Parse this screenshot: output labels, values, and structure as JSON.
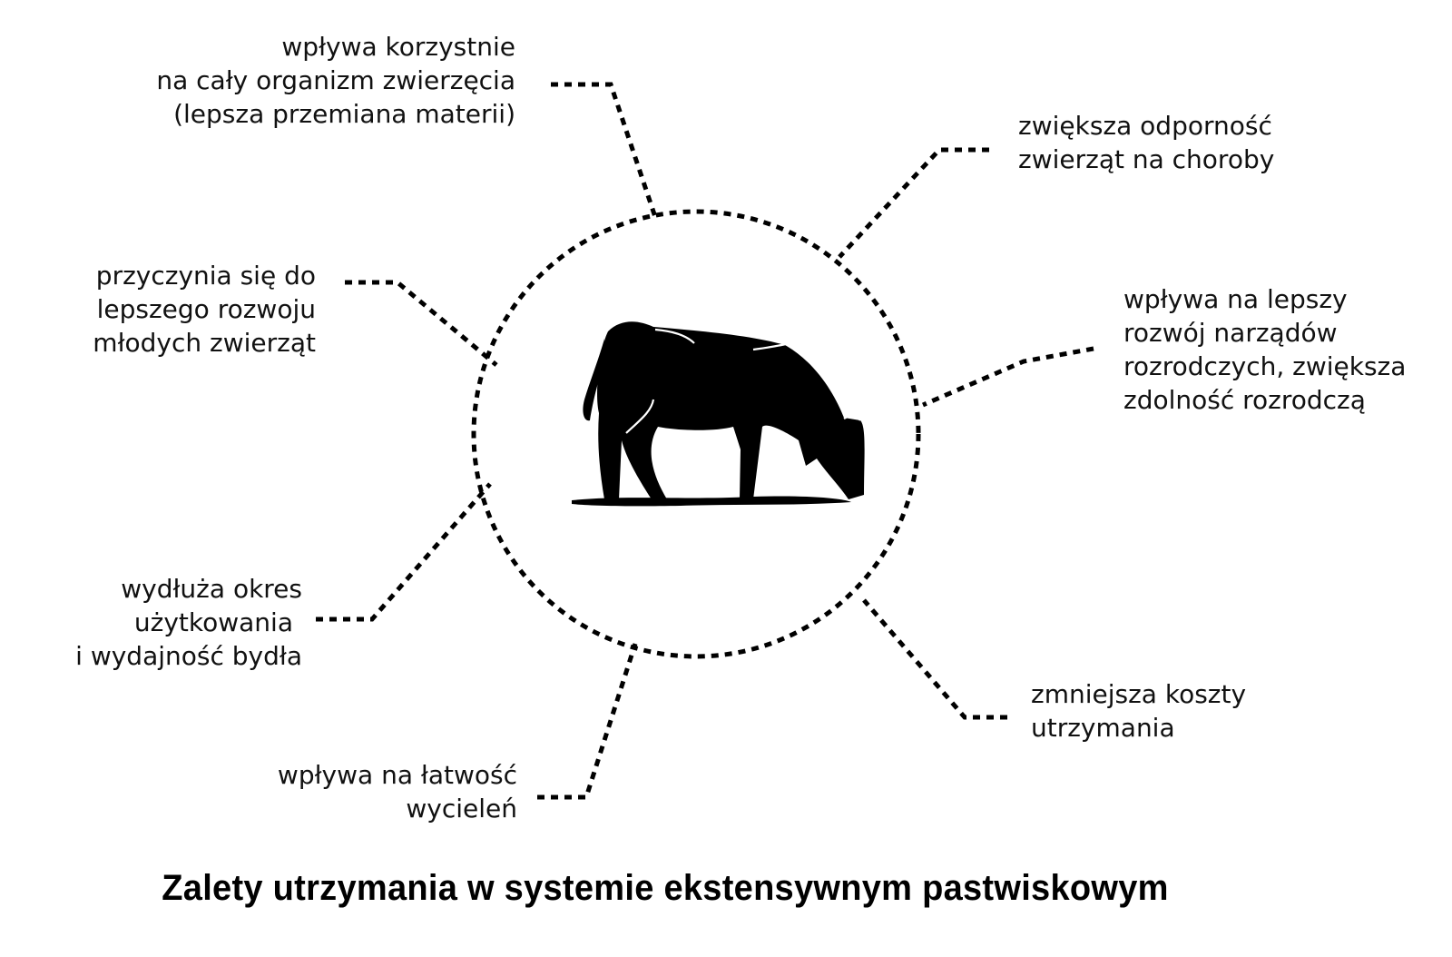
{
  "diagram": {
    "title": "Zalety utrzymania w systemie ekstensywnym pastwiskowym",
    "center_icon": "grazing-cow-silhouette",
    "colors": {
      "text": "#111111",
      "lines": "#000000",
      "background": "#ffffff"
    },
    "benefits": [
      {
        "id": "organism",
        "lines": [
          "wpływa korzystnie",
          "na cały organizm zwierzęcia",
          "(lepsza przemiana materii)"
        ]
      },
      {
        "id": "immunity",
        "lines": [
          "zwiększa odporność",
          "zwierząt na choroby"
        ]
      },
      {
        "id": "young",
        "lines": [
          "przyczynia się do",
          "lepszego rozwoju",
          "młodych zwierząt"
        ]
      },
      {
        "id": "reproduction",
        "lines": [
          "wpływa na lepszy",
          "rozwój narządów",
          "rozrodczych, zwiększa",
          "zdolność rozrodczą"
        ]
      },
      {
        "id": "longevity",
        "lines": [
          "wydłuża okres",
          "użytkowania",
          "i wydajność bydła"
        ]
      },
      {
        "id": "costs",
        "lines": [
          "zmniejsza koszty",
          "utrzymania"
        ]
      },
      {
        "id": "calving",
        "lines": [
          "wpływa na łatwość",
          "wycieleń"
        ]
      }
    ]
  }
}
